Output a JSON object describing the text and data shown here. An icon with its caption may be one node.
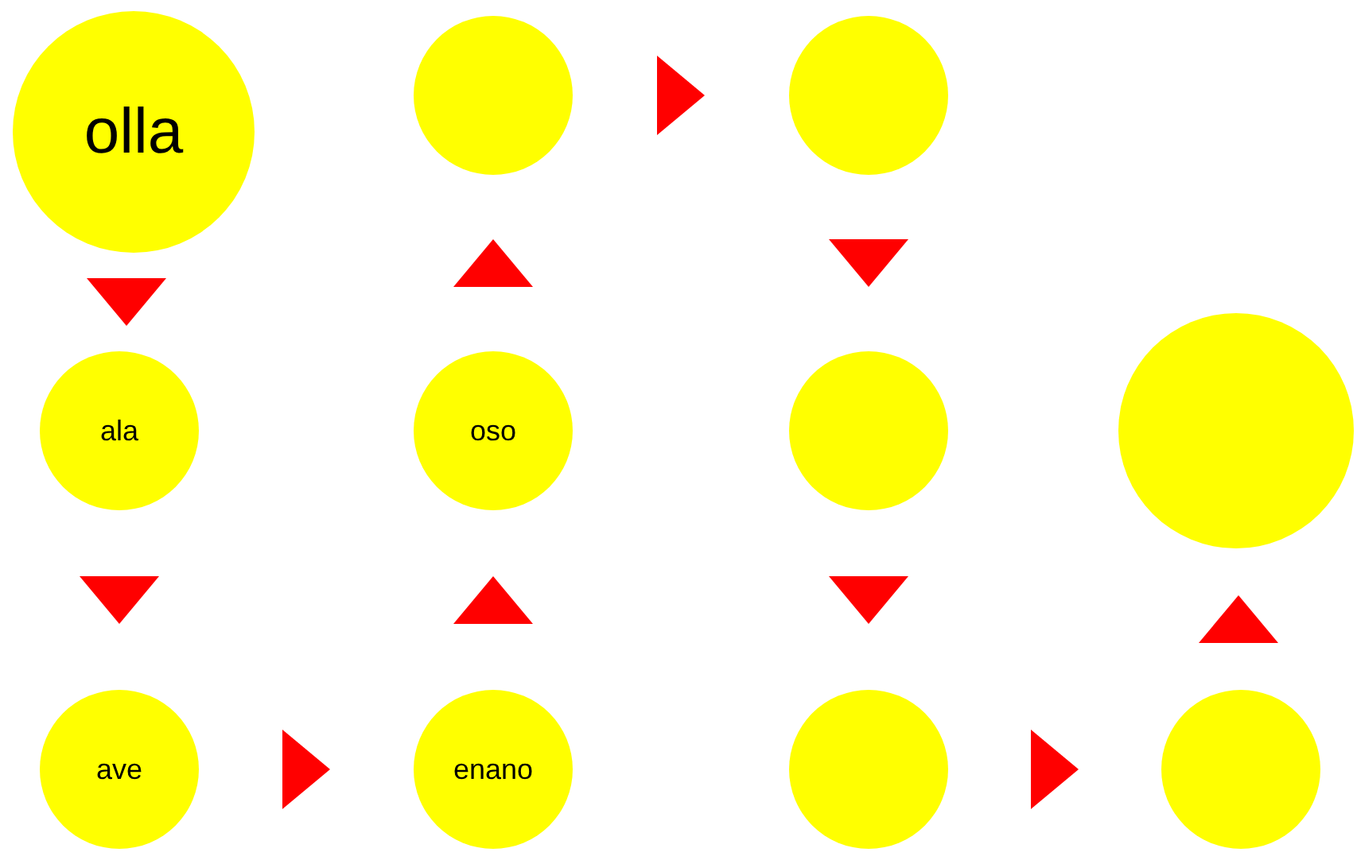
{
  "diagram": {
    "nodes": [
      {
        "text": [
          "olla"
        ]
      },
      {
        "text": [],
        "shape": "circle"
      },
      {
        "text": [],
        "shape": "circle"
      },
      {
        "text": [
          "ala"
        ]
      },
      {
        "text": [
          "oso"
        ]
      },
      {
        "text": [],
        "shape": "circle"
      },
      {
        "text": [],
        "shape": "circle"
      },
      {
        "text": [
          "ave"
        ]
      },
      {
        "text": [
          "enano"
        ]
      },
      {
        "text": [],
        "shape": "circle"
      },
      {
        "text": [],
        "shape": "circle"
      }
    ],
    "edges": [
      {
        "from": 0,
        "to": 3,
        "arrow": "to"
      },
      {
        "from": 3,
        "to": 7,
        "arrow": "to"
      },
      {
        "from": 7,
        "to": 8,
        "arrow": "to"
      },
      {
        "from": 8,
        "to": 4,
        "arrow": "to"
      },
      {
        "from": 4,
        "to": 1,
        "arrow": "to"
      },
      {
        "from": 1,
        "to": 2,
        "arrow": "to"
      },
      {
        "from": 2,
        "to": 5,
        "arrow": "to"
      },
      {
        "from": 5,
        "to": 9,
        "arrow": "to"
      },
      {
        "from": 9,
        "to": 10,
        "arrow": "to"
      },
      {
        "from": 10,
        "to": 6,
        "arrow": "to"
      }
    ]
  }
}
